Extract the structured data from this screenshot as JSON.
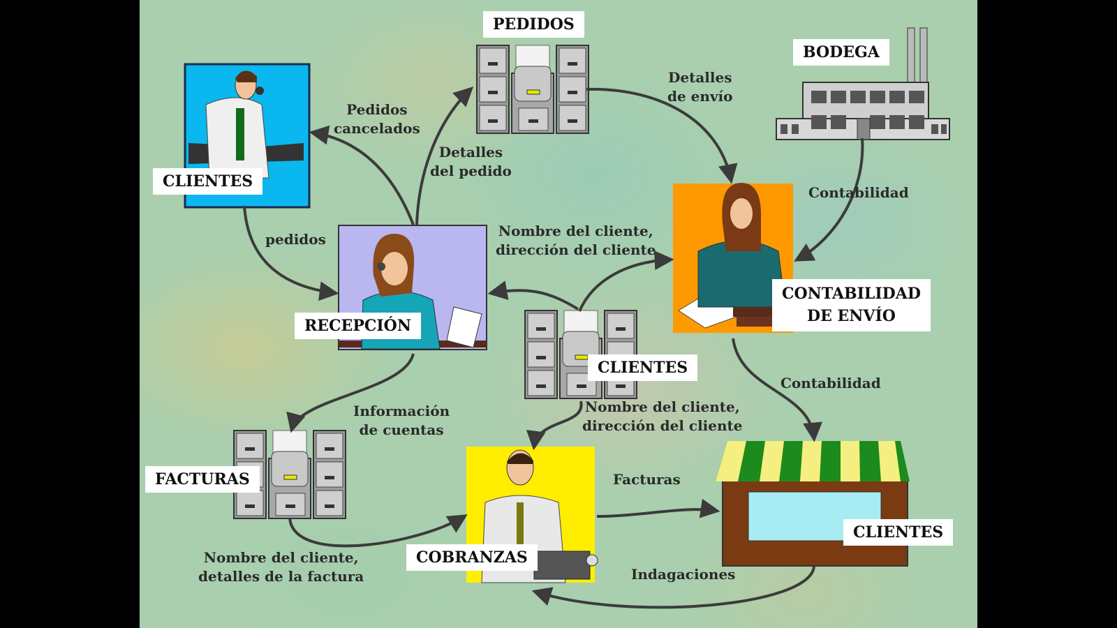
{
  "nodes": {
    "pedidos": "PEDIDOS",
    "bodega": "BODEGA",
    "clientes_top": "CLIENTES",
    "recepcion": "RECEPCIÓN",
    "contabilidad_envio_1": "CONTABILIDAD",
    "contabilidad_envio_2": "DE ENVÍO",
    "clientes_mid": "CLIENTES",
    "facturas": "FACTURAS",
    "cobranzas": "COBRANZAS",
    "clientes_store": "CLIENTES"
  },
  "flows": {
    "pedidos_cancelados": [
      "Pedidos",
      "cancelados"
    ],
    "detalles_pedido": [
      "Detalles",
      "del pedido"
    ],
    "detalles_envio": [
      "Detalles",
      "de envío"
    ],
    "contabilidad_bodega": "Contabilidad",
    "pedidos_lower": "pedidos",
    "nombre_direccion_1": [
      "Nombre del cliente,",
      "dirección del cliente"
    ],
    "informacion_cuentas": [
      "Información",
      "de cuentas"
    ],
    "nombre_direccion_2": [
      "Nombre del cliente,",
      "dirección del cliente"
    ],
    "contabilidad_store": "Contabilidad",
    "facturas_flow": "Facturas",
    "nombre_factura": [
      "Nombre del cliente,",
      "detalles de la factura"
    ],
    "indagaciones": "Indagaciones"
  },
  "colors": {
    "arrow": "#3b3b3b",
    "client_bg": "#0ab7ee",
    "reception_bg": "#b9b6f0",
    "shipping_bg": "#ff9900",
    "collections_bg": "#ffee00",
    "awning_green": "#1c8a1c",
    "awning_yellow": "#f4ef80"
  }
}
